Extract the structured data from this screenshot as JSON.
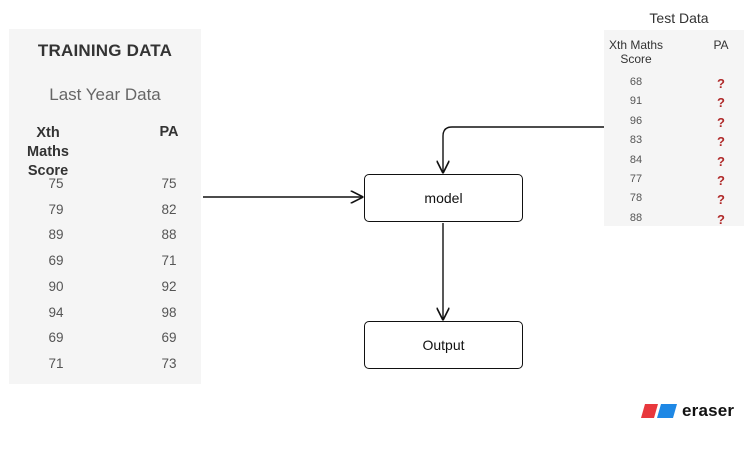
{
  "training": {
    "title": "TRAINING DATA",
    "subtitle": "Last Year Data",
    "headers": [
      "Xth Maths Score",
      "PA"
    ],
    "rows": [
      [
        "75",
        "75"
      ],
      [
        "79",
        "82"
      ],
      [
        "89",
        "88"
      ],
      [
        "69",
        "71"
      ],
      [
        "90",
        "92"
      ],
      [
        "94",
        "98"
      ],
      [
        "69",
        "69"
      ],
      [
        "71",
        "73"
      ]
    ]
  },
  "test": {
    "title": "Test Data",
    "headers": [
      "Xth Maths Score",
      "PA"
    ],
    "rows": [
      [
        "68",
        "?"
      ],
      [
        "91",
        "?"
      ],
      [
        "96",
        "?"
      ],
      [
        "83",
        "?"
      ],
      [
        "84",
        "?"
      ],
      [
        "77",
        "?"
      ],
      [
        "78",
        "?"
      ],
      [
        "88",
        "?"
      ]
    ]
  },
  "nodes": {
    "model": "model",
    "output": "Output"
  },
  "brand": {
    "name": "eraser",
    "colors": [
      "#e8383d",
      "#1e88e5"
    ]
  }
}
